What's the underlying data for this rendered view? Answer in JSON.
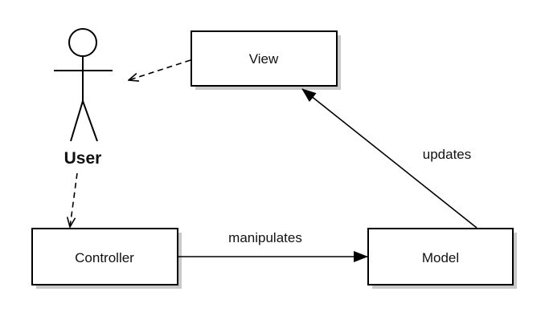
{
  "diagram": {
    "actor": {
      "label": "User"
    },
    "nodes": {
      "view": {
        "label": "View"
      },
      "controller": {
        "label": "Controller"
      },
      "model": {
        "label": "Model"
      }
    },
    "edges": {
      "view_to_user": {
        "label": "",
        "style": "dashed"
      },
      "user_to_controller": {
        "label": "",
        "style": "dashed"
      },
      "controller_to_model": {
        "label": "manipulates",
        "style": "solid"
      },
      "model_to_view": {
        "label": "updates",
        "style": "solid"
      }
    },
    "colors": {
      "stroke": "#000000",
      "box_fill": "#ffffff",
      "shadow": "#c8c8c8",
      "text": "#111111"
    }
  }
}
